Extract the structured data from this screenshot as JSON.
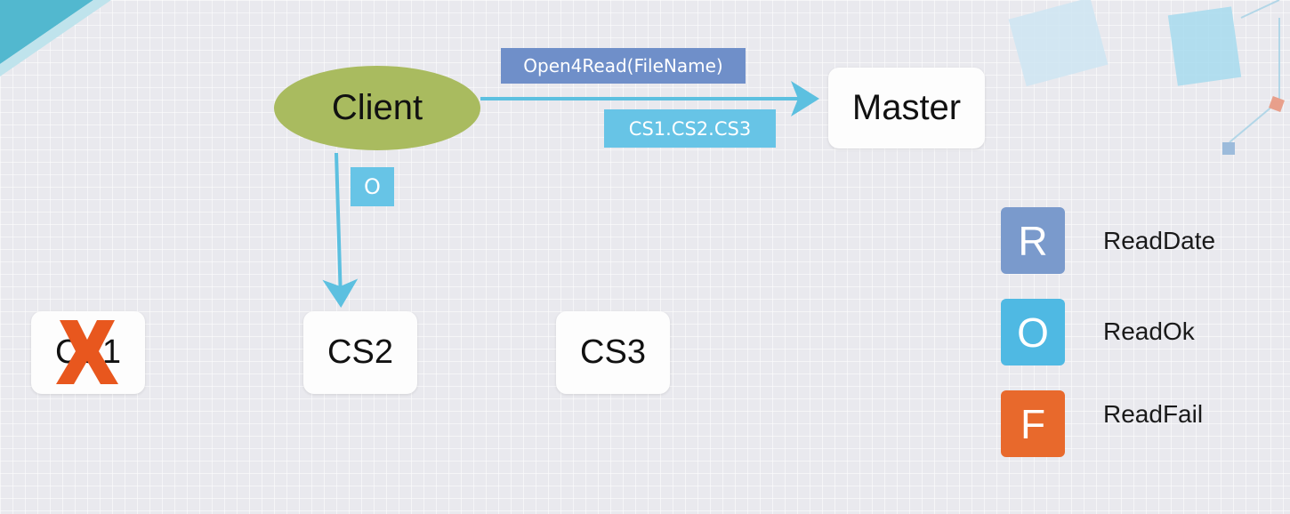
{
  "nodes": {
    "client": "Client",
    "master": "Master",
    "cs1": "CS1",
    "cs2": "CS2",
    "cs3": "CS3"
  },
  "messages": {
    "open_request": "Open4Read(FileName)",
    "chunkserver_list": "CS1.CS2.CS3",
    "read_ok": "O"
  },
  "legend": [
    {
      "letter": "R",
      "label": "ReadDate",
      "color": "#7a9acc"
    },
    {
      "letter": "O",
      "label": "ReadOk",
      "color": "#4fb9e3"
    },
    {
      "letter": "F",
      "label": "ReadFail",
      "color": "#e8692c"
    }
  ],
  "colors": {
    "client_fill": "#a9bb5f",
    "arrow": "#5cc0e0",
    "failed_mark": "#e8571e"
  },
  "status": {
    "cs1_failed": true
  }
}
